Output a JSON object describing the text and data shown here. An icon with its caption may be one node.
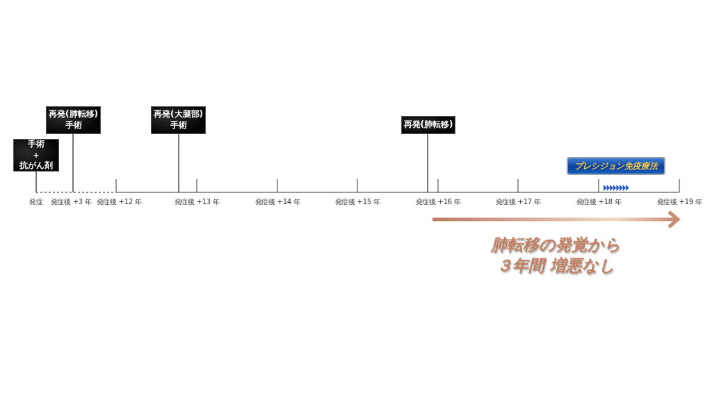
{
  "diagram": {
    "nodes": [
      {
        "text": [
          "手術",
          "＋",
          "抗がん剤"
        ]
      },
      {
        "text": [
          "再発(肺転移) 手術"
        ]
      },
      {
        "text": [
          "再発(大腿部) 手術"
        ]
      },
      {
        "text": [
          "再発(肺転移)"
        ]
      },
      {
        "text": [
          "プレシジョン免疫療法"
        ]
      }
    ],
    "edges": [
      {
        "from": 0,
        "to": null,
        "arrow": "none"
      },
      {
        "from": 1,
        "to": null,
        "arrow": "none"
      },
      {
        "from": 2,
        "to": null,
        "arrow": "none"
      },
      {
        "from": 3,
        "to": null,
        "arrow": "none"
      }
    ],
    "labels": [
      "発症",
      "発症後 +3 年",
      "発症後 +12 年",
      "発症後 +13 年",
      "発症後 +14 年",
      "発症後 +15 年",
      "発症後 +16 年",
      "発症後 +17 年",
      "発症後 +18 年",
      "発症後 +19 年",
      "肺転移の発覚から３年間 増悪なし"
    ]
  }
}
